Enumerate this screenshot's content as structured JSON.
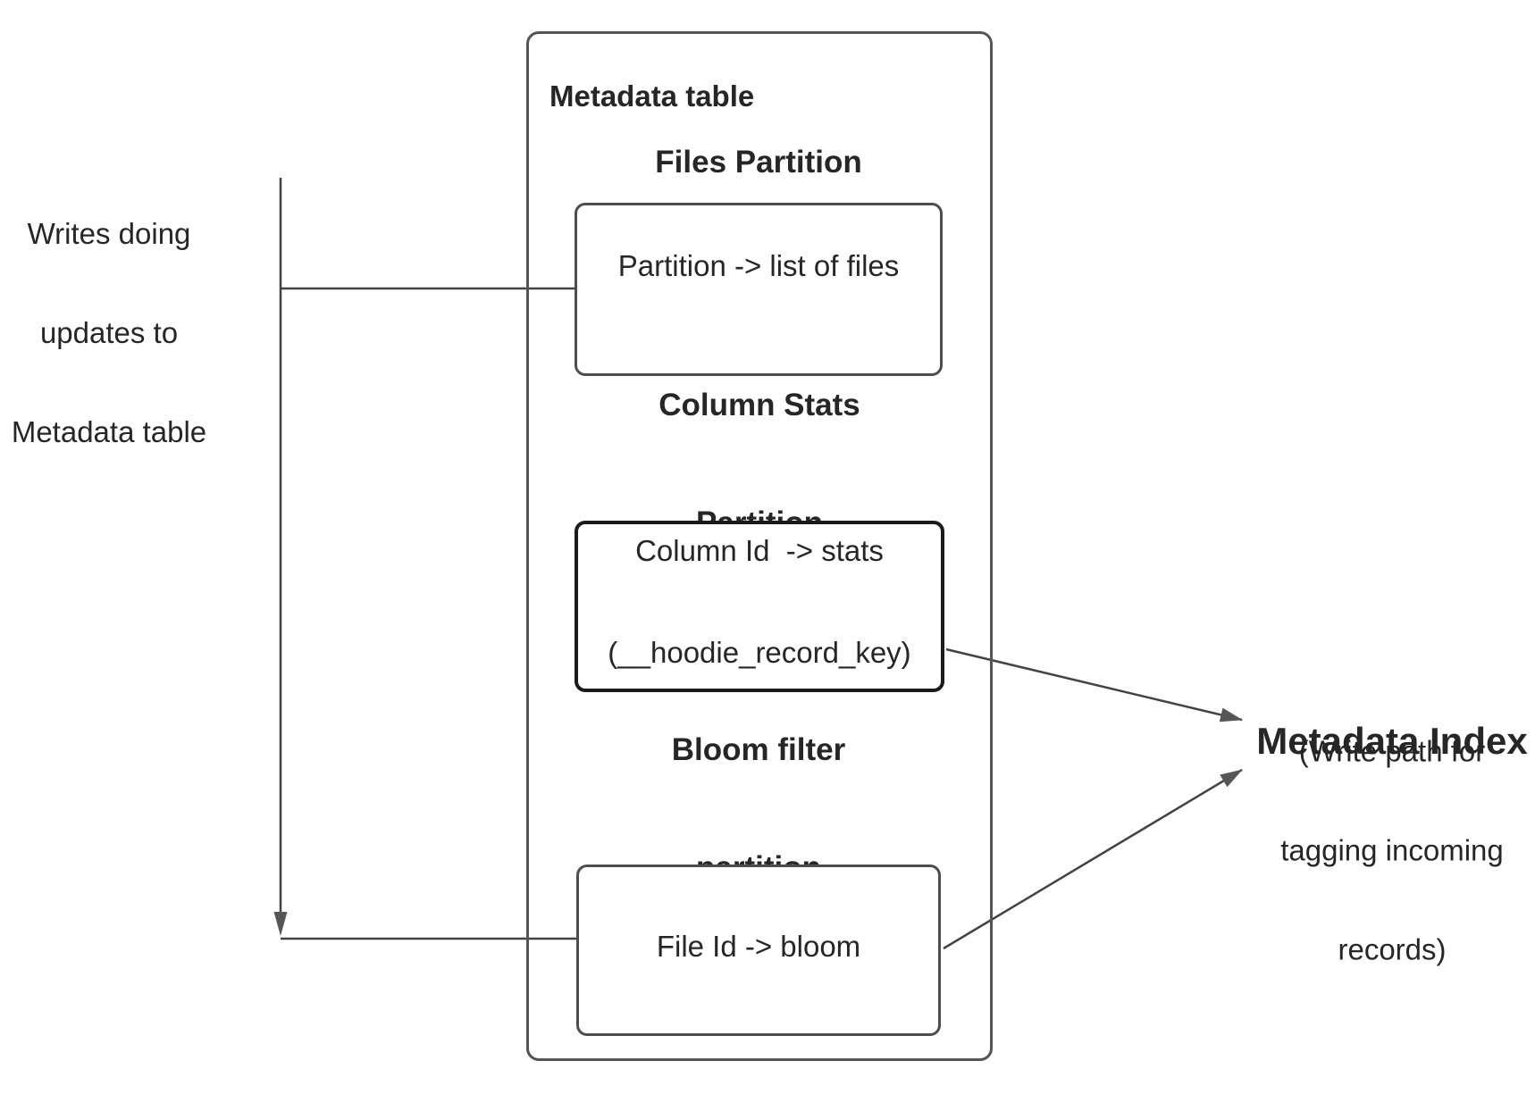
{
  "left_note": {
    "line1": "Writes doing",
    "line2": "updates to",
    "line3": "Metadata table"
  },
  "metadata_table": {
    "title": "Metadata table",
    "files_partition": {
      "heading": "Files Partition",
      "box_text": "Partition -> list of files"
    },
    "column_stats_partition": {
      "heading_line1": "Column Stats",
      "heading_line2": "Partition",
      "box_line1": "Column Id  -> stats",
      "box_line2": "(__hoodie_record_key)"
    },
    "bloom_filter_partition": {
      "heading_line1": "Bloom filter",
      "heading_line2": "partition",
      "box_text": "File Id -> bloom"
    }
  },
  "metadata_index": {
    "title": "Metadata Index",
    "note_line1": "(Write path for",
    "note_line2": "tagging incoming",
    "note_line3": "records)"
  },
  "colors": {
    "background": "#ffffff",
    "text": "#262626",
    "outer_box_border": "#545454",
    "inner_box_border": "#4d4d4d",
    "emphasis_box_border": "#1b1b1b",
    "connector": "#434343",
    "arrowhead": "#565656"
  }
}
